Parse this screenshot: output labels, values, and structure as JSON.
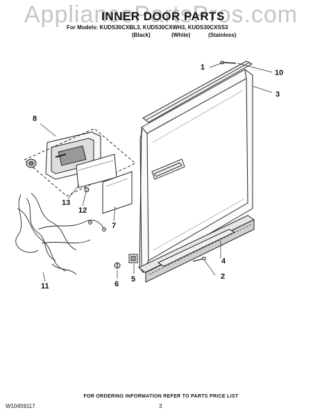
{
  "watermark": "AppliancePartsPros.com",
  "header": {
    "title": "INNER DOOR PARTS",
    "models_line": "For Models: KUDS30CXBL3, KUDS30CXWH3, KUDS30CXSS3",
    "variants": [
      "(Black)",
      "(White)",
      "(Stainless)"
    ]
  },
  "callouts": [
    "1",
    "10",
    "3",
    "8",
    "13",
    "12",
    "7",
    "4",
    "2",
    "11",
    "6",
    "5"
  ],
  "footer": {
    "note": "FOR ORDERING INFORMATION REFER TO PARTS PRICE LIST",
    "doc_id": "W10459117",
    "page": "3"
  }
}
